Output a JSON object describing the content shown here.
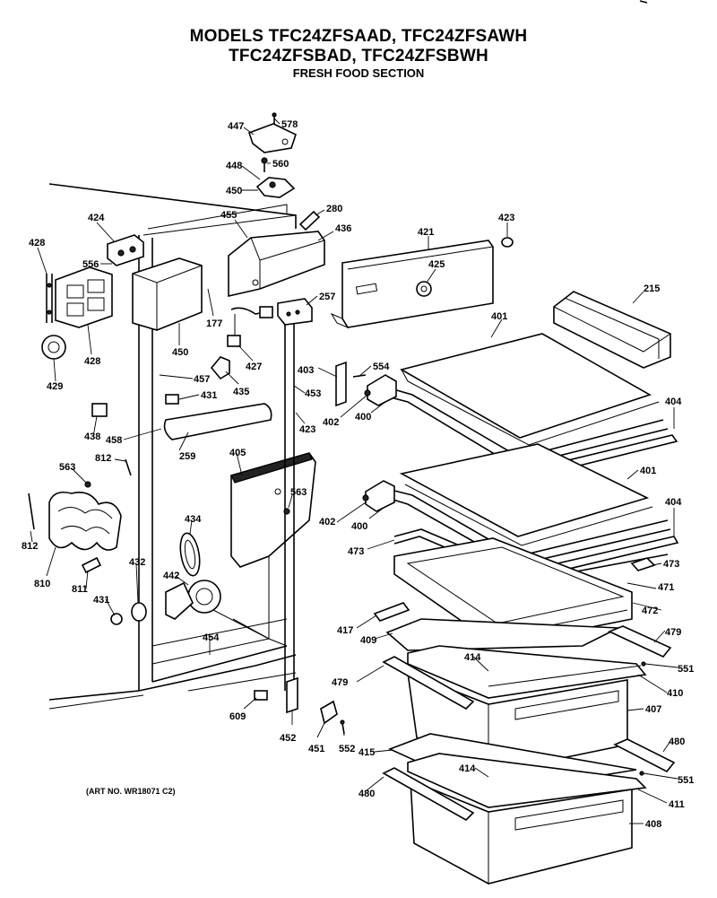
{
  "header": {
    "title_line_1": "MODELS TFC24ZFSAAD, TFC24ZFSAWH",
    "title_line_2": "TFC24ZFSBAD, TFC24ZFSBWH",
    "subtitle": "FRESH FOOD SECTION"
  },
  "footer": {
    "art_number": "(ART NO. WR18071 C2)"
  },
  "callouts": [
    {
      "id": "c447",
      "label": "447"
    },
    {
      "id": "c578",
      "label": "578"
    },
    {
      "id": "c448",
      "label": "448"
    },
    {
      "id": "c560",
      "label": "560"
    },
    {
      "id": "c450a",
      "label": "450"
    },
    {
      "id": "c280",
      "label": "280"
    },
    {
      "id": "c455",
      "label": "455"
    },
    {
      "id": "c436",
      "label": "436"
    },
    {
      "id": "c421",
      "label": "421"
    },
    {
      "id": "c423a",
      "label": "423"
    },
    {
      "id": "c424",
      "label": "424"
    },
    {
      "id": "c428a",
      "label": "428"
    },
    {
      "id": "c556",
      "label": "556"
    },
    {
      "id": "c425",
      "label": "425"
    },
    {
      "id": "c257",
      "label": "257"
    },
    {
      "id": "c215",
      "label": "215"
    },
    {
      "id": "c177",
      "label": "177"
    },
    {
      "id": "c401a",
      "label": "401"
    },
    {
      "id": "c428b",
      "label": "428"
    },
    {
      "id": "c450b",
      "label": "450"
    },
    {
      "id": "c427",
      "label": "427"
    },
    {
      "id": "c429",
      "label": "429"
    },
    {
      "id": "c403",
      "label": "403"
    },
    {
      "id": "c554",
      "label": "554"
    },
    {
      "id": "c457",
      "label": "457"
    },
    {
      "id": "c435",
      "label": "435"
    },
    {
      "id": "c453",
      "label": "453"
    },
    {
      "id": "c431a",
      "label": "431"
    },
    {
      "id": "c404a",
      "label": "404"
    },
    {
      "id": "c402a",
      "label": "402"
    },
    {
      "id": "c400a",
      "label": "400"
    },
    {
      "id": "c438",
      "label": "438"
    },
    {
      "id": "c423b",
      "label": "423"
    },
    {
      "id": "c458",
      "label": "458"
    },
    {
      "id": "c259",
      "label": "259"
    },
    {
      "id": "c405",
      "label": "405"
    },
    {
      "id": "c812a",
      "label": "812"
    },
    {
      "id": "c563a",
      "label": "563"
    },
    {
      "id": "c401b",
      "label": "401"
    },
    {
      "id": "c563b",
      "label": "563"
    },
    {
      "id": "c404b",
      "label": "404"
    },
    {
      "id": "c402b",
      "label": "402"
    },
    {
      "id": "c400b",
      "label": "400"
    },
    {
      "id": "c434",
      "label": "434"
    },
    {
      "id": "c812b",
      "label": "812"
    },
    {
      "id": "c473a",
      "label": "473"
    },
    {
      "id": "c473b",
      "label": "473"
    },
    {
      "id": "c432",
      "label": "432"
    },
    {
      "id": "c442",
      "label": "442"
    },
    {
      "id": "c810",
      "label": "810"
    },
    {
      "id": "c811",
      "label": "811"
    },
    {
      "id": "c471",
      "label": "471"
    },
    {
      "id": "c431b",
      "label": "431"
    },
    {
      "id": "c472",
      "label": "472"
    },
    {
      "id": "c417",
      "label": "417"
    },
    {
      "id": "c479a",
      "label": "479"
    },
    {
      "id": "c409",
      "label": "409"
    },
    {
      "id": "c454",
      "label": "454"
    },
    {
      "id": "c414a",
      "label": "414"
    },
    {
      "id": "c551a",
      "label": "551"
    },
    {
      "id": "c479b",
      "label": "479"
    },
    {
      "id": "c410",
      "label": "410"
    },
    {
      "id": "c609",
      "label": "609"
    },
    {
      "id": "c407",
      "label": "407"
    },
    {
      "id": "c452",
      "label": "452"
    },
    {
      "id": "c451",
      "label": "451"
    },
    {
      "id": "c552",
      "label": "552"
    },
    {
      "id": "c415",
      "label": "415"
    },
    {
      "id": "c480a",
      "label": "480"
    },
    {
      "id": "c414b",
      "label": "414"
    },
    {
      "id": "c551b",
      "label": "551"
    },
    {
      "id": "c480b",
      "label": "480"
    },
    {
      "id": "c411",
      "label": "411"
    },
    {
      "id": "c408",
      "label": "408"
    }
  ]
}
